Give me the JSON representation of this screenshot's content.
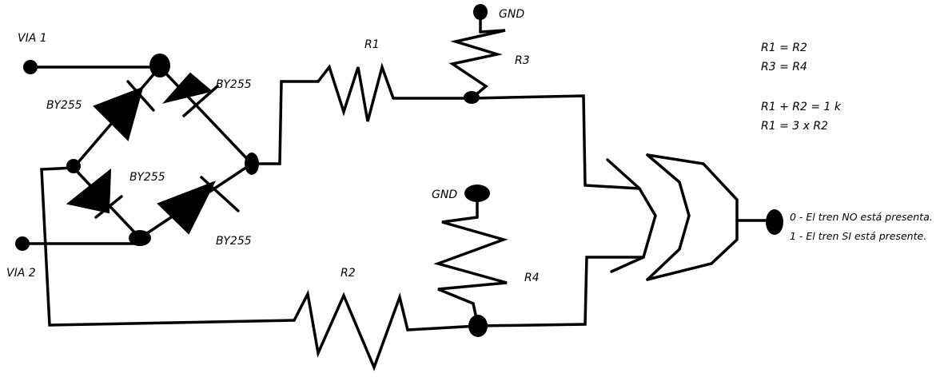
{
  "labels": {
    "via1": "VIA 1",
    "via2": "VIA 2",
    "diode1": "BY255",
    "diode2": "BY255",
    "diode3": "BY255",
    "diode4": "BY255",
    "r1": "R1",
    "r2": "R2",
    "r3": "R3",
    "r4": "R4",
    "gnd_top": "GND",
    "gnd_mid": "GND"
  },
  "notes": {
    "line1": "R1 = R2",
    "line2": "R3 = R4",
    "line3": "R1 + R2 = 1 k",
    "line4": "R1 = 3 x R2"
  },
  "output": {
    "state0": "0 - El tren NO está presenta.",
    "state1": "1 - El tren SI está presente."
  },
  "colors": {
    "ink": "#000000",
    "background": "#ffffff"
  }
}
